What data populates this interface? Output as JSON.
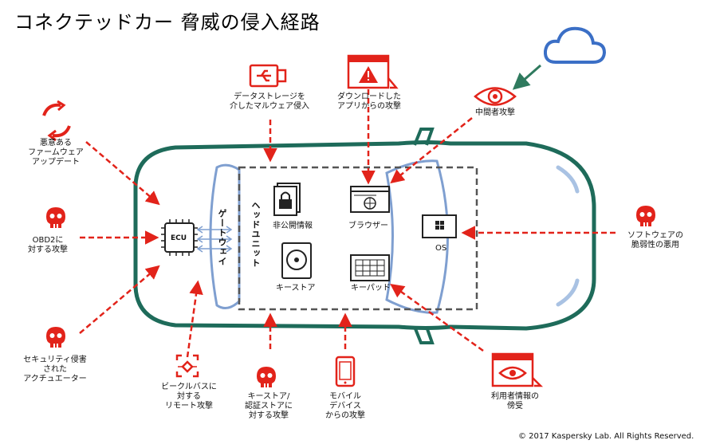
{
  "title": "コネクテッドカー 脅威の侵入経路",
  "copyright": "© 2017 Kaspersky Lab. All Rights Reserved.",
  "components": {
    "ecu": "ECU",
    "gateway": "ゲートウェイ",
    "headunit": "ヘッドユニット",
    "private_info": "非公開情報",
    "browser": "ブラウザー",
    "keystore": "キーストア",
    "keypad": "キーパッド",
    "os": "OS"
  },
  "threats": {
    "firmware": "悪意ある\nファームウェア\nアップデート",
    "obd2": "OBD2に\n対する攻撃",
    "actuator": "セキュリティ侵害\nされた\nアクチュエーター",
    "beacon": "ビークルバスに\n対する\nリモート攻撃",
    "keystore_attack": "キーストア/\n認証ストアに\n対する攻撃",
    "mobile": "モバイル\nデバイス\nからの攻撃",
    "user_info": "利用者情報の\n傍受",
    "software": "ソフトウェアの\n脆弱性の悪用",
    "mitm": "中間者攻撃",
    "download": "ダウンロードした\nアプリからの攻撃",
    "storage": "データストレージを\n介したマルウェア侵入"
  },
  "colors": {
    "threat_red": "#e2231a",
    "car_green": "#1e6b5a",
    "window_blue": "#7f9fd0",
    "cloud_blue": "#3b6fc6",
    "arrow_green": "#2f7a5e",
    "dash_gray": "#555555"
  },
  "icons": {
    "firmware": "refresh-cycle-icon",
    "skull": "skull-icon",
    "usb": "usb-drive-icon",
    "warning_window": "warning-window-icon",
    "eye": "eye-icon",
    "cloud": "cloud-icon",
    "eye_window": "eye-window-icon",
    "phone": "smartphone-icon",
    "target": "target-icon",
    "chip": "ecu-chip-icon",
    "lock": "lock-icon",
    "globe": "browser-globe-icon",
    "disk": "keystore-disk-icon",
    "keyboard": "keypad-icon",
    "windows": "os-windows-icon"
  }
}
